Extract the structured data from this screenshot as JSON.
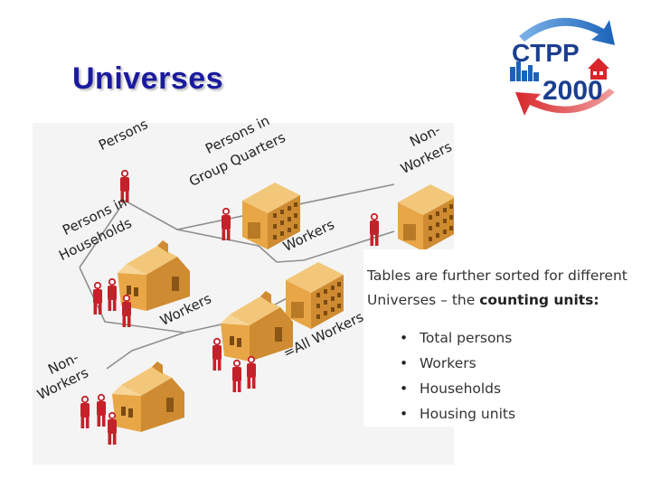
{
  "title": "Universes",
  "logo": {
    "top_text": "CTPP",
    "bottom_text": "2000"
  },
  "diagram": {
    "labels": {
      "persons": "Persons",
      "persons_in_group_quarters_line1": "Persons in",
      "persons_in_group_quarters_line2": "Group Quarters",
      "non_workers_top_line1": "Non-",
      "non_workers_top_line2": "Workers",
      "persons_in_households_line1": "Persons in",
      "persons_in_households_line2": "Households",
      "workers_gq": "Workers",
      "workers_hh": "Workers",
      "all_workers": "=All Workers",
      "non_workers_bottom_line1": "Non-",
      "non_workers_bottom_line2": "Workers"
    }
  },
  "info": {
    "intro_line1": "Tables are further sorted for different",
    "intro_line2_prefix": "Universes – the ",
    "intro_line2_bold": "counting units:",
    "items": [
      "Total persons",
      "Workers",
      "Households",
      "Housing units"
    ]
  },
  "colors": {
    "title": "#1a1aa0",
    "person": "#c4222a",
    "building": "#e0a54a",
    "logo_blue": "#1b63b8",
    "logo_red": "#d8262b"
  }
}
